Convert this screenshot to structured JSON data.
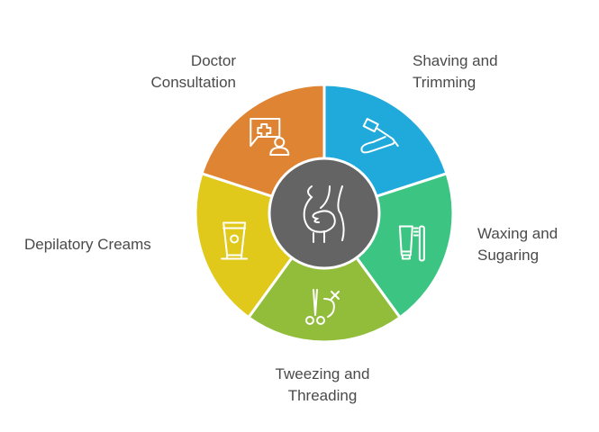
{
  "center": {
    "icon": "body-hair-icon",
    "color": "#646464"
  },
  "segments": [
    {
      "id": "shaving",
      "lines": [
        "Shaving and",
        "Trimming"
      ],
      "color": "#1FAADB",
      "icon": "razor-icon"
    },
    {
      "id": "waxing",
      "lines": [
        "Waxing and",
        "Sugaring"
      ],
      "color": "#3CC482",
      "icon": "wax-tube-and-spatula-icon"
    },
    {
      "id": "tweezing",
      "lines": [
        "Tweezing and",
        "Threading"
      ],
      "color": "#92BD3A",
      "icon": "scissors-thread-icon"
    },
    {
      "id": "creams",
      "lines": [
        "Depilatory Creams"
      ],
      "color": "#E0C91A",
      "icon": "cream-tube-icon"
    },
    {
      "id": "doctor",
      "lines": [
        "Doctor",
        "Consultation"
      ],
      "color": "#DF8432",
      "icon": "doctor-chat-icon"
    }
  ]
}
